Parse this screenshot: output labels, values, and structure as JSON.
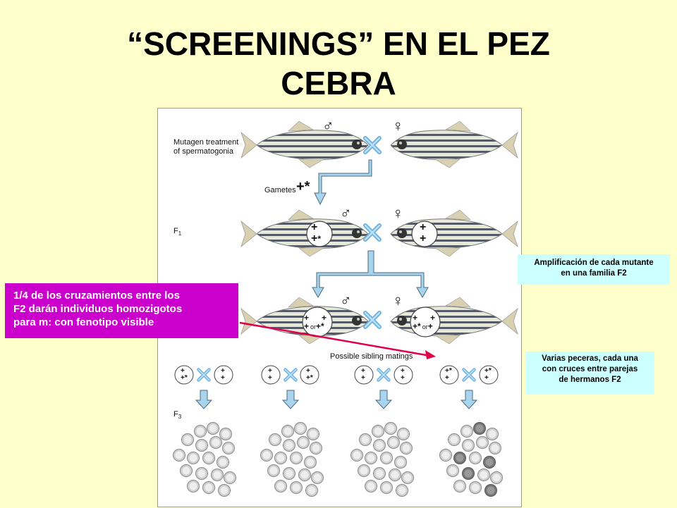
{
  "title_lines": [
    "“SCREENINGS” EN EL PEZ",
    "CEBRA"
  ],
  "figure": {
    "label_mutagen": [
      "Mutagen treatment",
      "of spermatogonia"
    ],
    "label_gametes": "Gametes",
    "gamete_genotype": "+*",
    "label_f1": "F",
    "label_f1_sub": "1",
    "label_sibling": "Possible sibling matings",
    "label_f3": "F",
    "label_f3_sub": "3",
    "male_symbol": "♂",
    "female_symbol": "♀",
    "or_text": "or",
    "plus": "+",
    "star": "*"
  },
  "callouts": {
    "homozygote_note": [
      "1/4  de los cruzamientos entre los",
      "F2 darán individuos homozigotos",
      "para m: con fenotipo visible"
    ],
    "amplification_note": [
      "Amplificación de cada mutante",
      "en una familia F2"
    ],
    "tanks_note": [
      "Varias peceras, cada una",
      "con cruces entre parejas",
      "de hermanos F2"
    ]
  },
  "colors": {
    "background": "#ffffcc",
    "magenta_box": "#cc00cc",
    "cyan_box": "#ccffff",
    "arrow_blue": "#a8d4ee",
    "pointer_red": "#e0004a"
  }
}
